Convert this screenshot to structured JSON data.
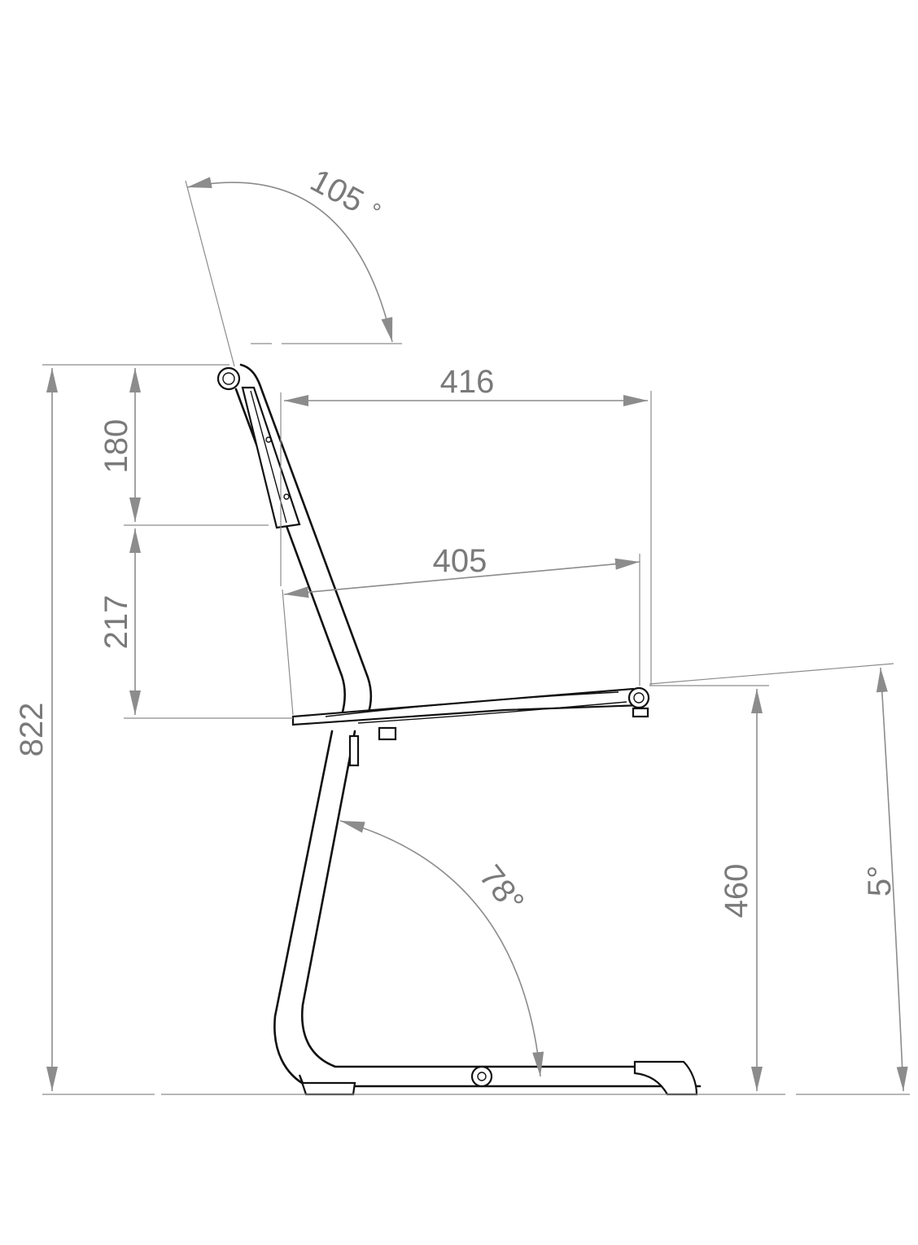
{
  "dimensions": {
    "total_height": "822",
    "back_upper": "180",
    "back_lower": "217",
    "back_depth": "416",
    "seat_depth": "405",
    "seat_height": "460",
    "backrest_angle": "105",
    "frame_angle": "78°",
    "seat_tilt": "5°",
    "degree_mark": "°"
  },
  "colors": {
    "dimension": "#8c8c8c",
    "outline": "#111111"
  }
}
